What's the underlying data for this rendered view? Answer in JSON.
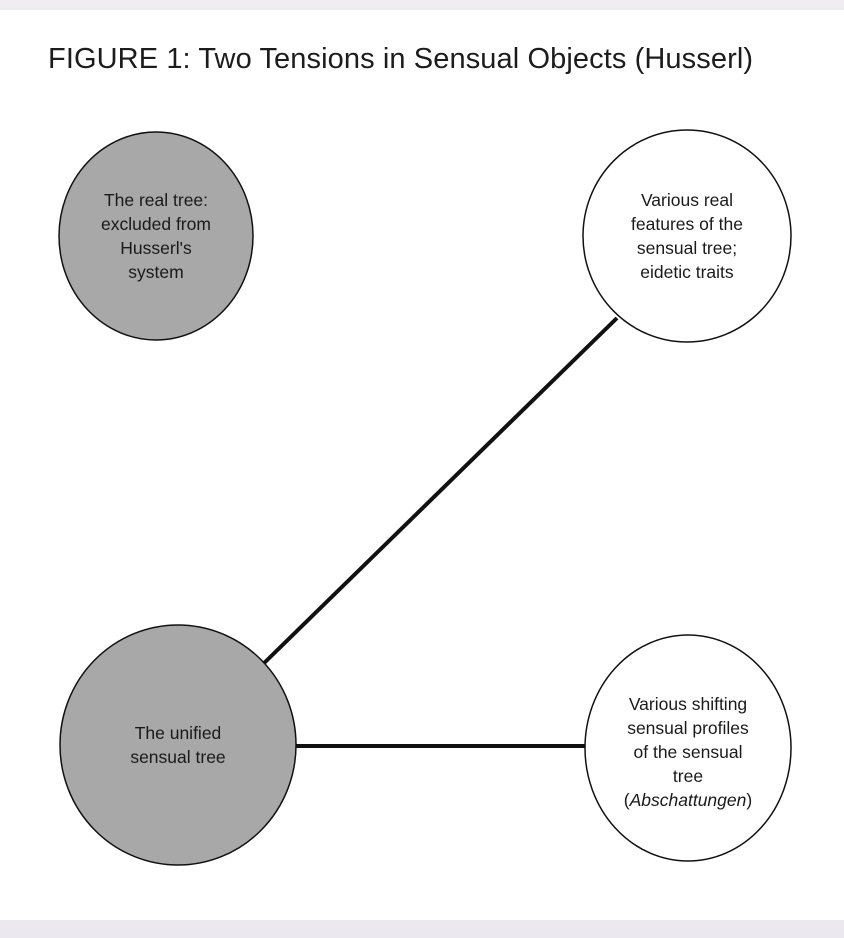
{
  "title": "FIGURE 1: Two Tensions in Sensual Objects (Husserl)",
  "colors": {
    "filled_node": "#a8a8a8",
    "open_node": "#ffffff",
    "stroke": "#111111"
  },
  "nodes": {
    "real_tree": {
      "lines": [
        "The real tree:",
        "excluded from",
        "Husserl's",
        "system"
      ]
    },
    "real_features": {
      "lines": [
        "Various real",
        "features of the",
        "sensual tree;",
        "eidetic traits"
      ]
    },
    "unified_tree": {
      "lines": [
        "The unified",
        "sensual tree"
      ]
    },
    "sensual_profiles": {
      "lines": [
        "Various shifting",
        "sensual profiles",
        "of the sensual",
        "tree"
      ],
      "italic_term": "Abschattungen"
    }
  }
}
